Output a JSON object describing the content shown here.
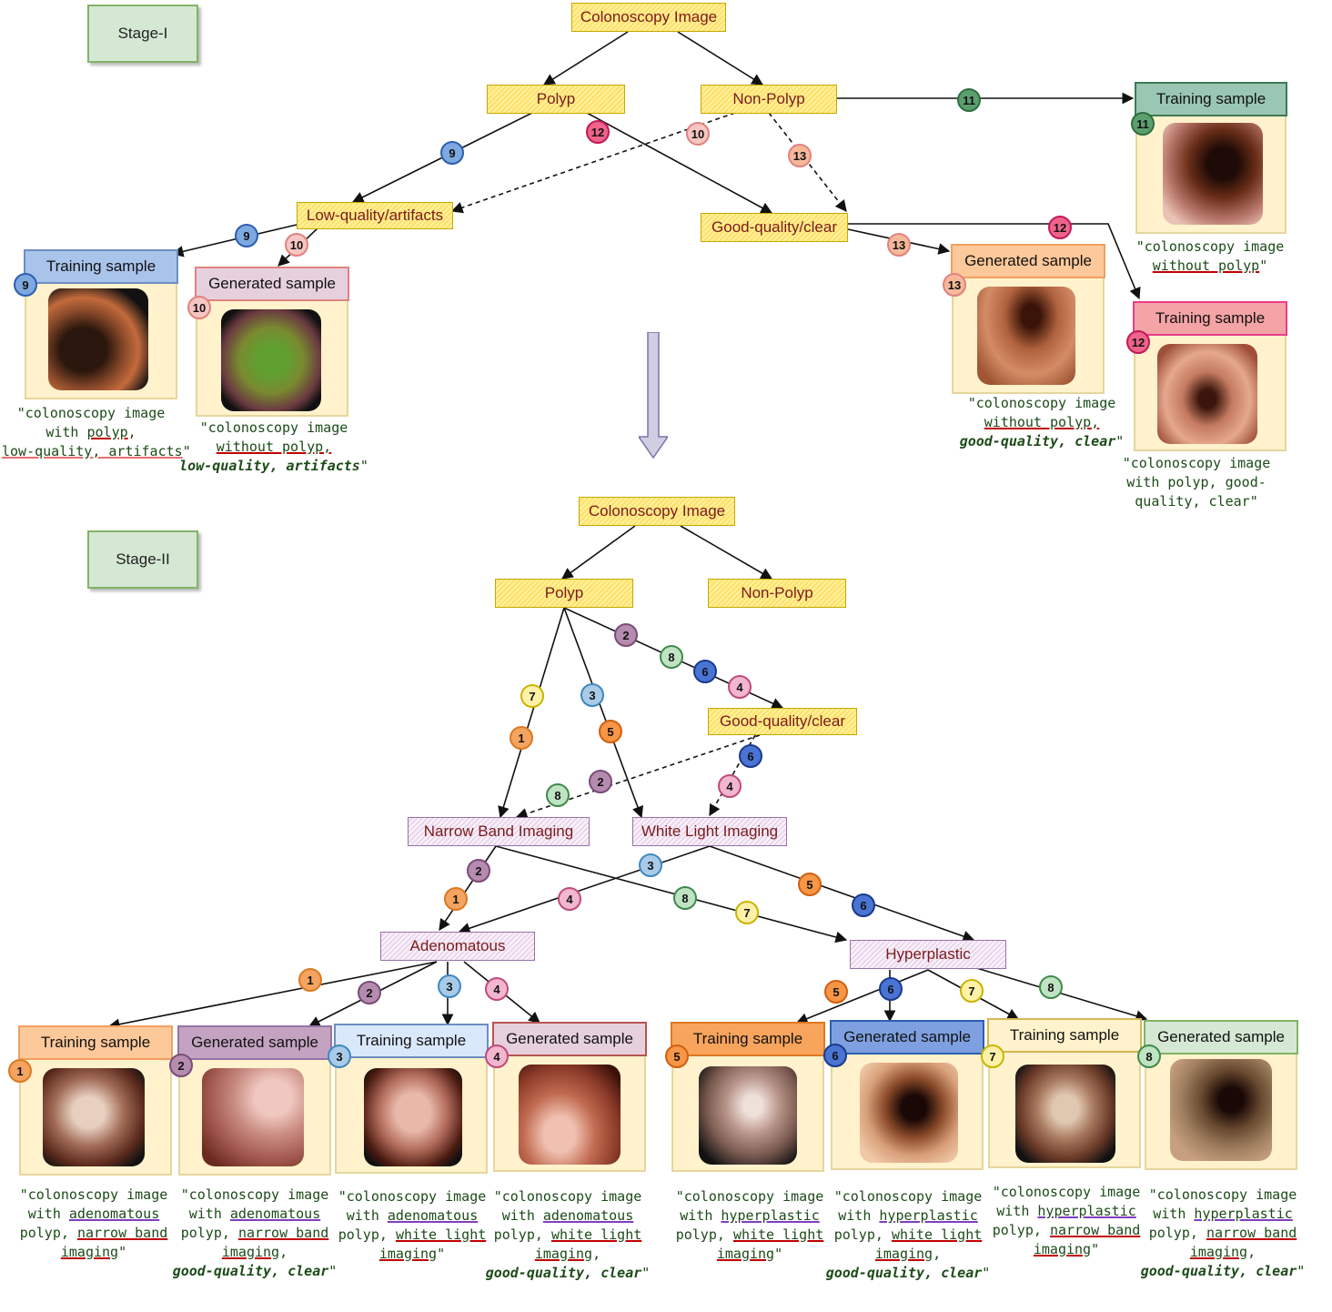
{
  "colors": {
    "c1": "#f4a460",
    "c2": "#b58cb0",
    "c3": "#a9cbe8",
    "c4": "#f2b6cf",
    "c5": "#f79646",
    "c6": "#4a74d4",
    "c7": "#fff2a8",
    "c8": "#bfe3c3",
    "c9": "#7ea8e0",
    "c10": "#f7c6c2",
    "c11": "#5c9f6e",
    "c12": "#f0648a",
    "c13": "#f7b89a"
  },
  "stage1": {
    "label": "Stage-I",
    "root": "Colonoscopy Image",
    "polyp": "Polyp",
    "nonpolyp": "Non-Polyp",
    "lowq": "Low-quality/artifacts",
    "goodq": "Good-quality/clear",
    "cards": [
      {
        "title": "Training sample",
        "badge": "9",
        "icon": "colonoscopy-photo"
      },
      {
        "title": "Generated sample",
        "badge": "10",
        "icon": "colonoscopy-photo"
      },
      {
        "title": "Generated sample",
        "badge": "13",
        "icon": "colonoscopy-photo"
      },
      {
        "title": "Training sample",
        "badge": "11",
        "icon": "colonoscopy-photo"
      },
      {
        "title": "Training sample",
        "badge": "12",
        "icon": "colonoscopy-photo"
      }
    ],
    "captions": {
      "c9": [
        "\"colonoscopy image",
        "with ",
        "polyp",
        ",",
        "low-quality, artifacts",
        "\""
      ],
      "c10": [
        "\"colonoscopy image",
        "without polyp,",
        "low-quality, artifacts",
        "\""
      ],
      "c13": [
        "\"colonoscopy image",
        "without polyp,",
        "good-quality, clear",
        "\""
      ],
      "c11": [
        "\"colonoscopy image",
        "without polyp",
        "\""
      ],
      "c12": [
        "\"colonoscopy image",
        "with polyp, good-",
        "quality, clear\""
      ]
    },
    "edge_badges": [
      "9",
      "9",
      "10",
      "10",
      "11",
      "12",
      "12",
      "13",
      "13"
    ]
  },
  "stage2": {
    "label": "Stage-II",
    "root": "Colonoscopy Image",
    "polyp": "Polyp",
    "nonpolyp": "Non-Polyp",
    "goodq": "Good-quality/clear",
    "nbi": "Narrow Band Imaging",
    "wli": "White Light Imaging",
    "adeno": "Adenomatous",
    "hyper": "Hyperplastic",
    "cards": [
      {
        "title": "Training sample",
        "badge": "1"
      },
      {
        "title": "Generated sample",
        "badge": "2"
      },
      {
        "title": "Training sample",
        "badge": "3"
      },
      {
        "title": "Generated sample",
        "badge": "4"
      },
      {
        "title": "Training sample",
        "badge": "5"
      },
      {
        "title": "Generated sample",
        "badge": "6"
      },
      {
        "title": "Training sample",
        "badge": "7"
      },
      {
        "title": "Generated sample",
        "badge": "8"
      }
    ],
    "captions": [
      {
        "l1": "\"colonoscopy image",
        "l2a": "with ",
        "type": "adenomatous",
        "l3a": "polyp, ",
        "mod1": "narrow band",
        "mod2": "imaging",
        "end": "\"",
        "qual": ""
      },
      {
        "l1": "\"colonoscopy image",
        "l2a": "with ",
        "type": "adenomatous",
        "l3a": "polyp, ",
        "mod1": "narrow band",
        "mod2": "imaging",
        "end": ",",
        "qual": "good-quality, clear"
      },
      {
        "l1": "\"colonoscopy image",
        "l2a": "with ",
        "type": "adenomatous",
        "l3a": "polyp, ",
        "mod1": "white light",
        "mod2": "imaging",
        "end": "\"",
        "qual": ""
      },
      {
        "l1": "\"colonoscopy image",
        "l2a": "with ",
        "type": "adenomatous",
        "l3a": "polyp, ",
        "mod1": "white light",
        "mod2": "imaging",
        "end": ",",
        "qual": "good-quality, clear"
      },
      {
        "l1": "\"colonoscopy image",
        "l2a": "with ",
        "type": "hyperplastic",
        "l3a": "polyp, ",
        "mod1": "white light",
        "mod2": "imaging",
        "end": "\"",
        "qual": ""
      },
      {
        "l1": "\"colonoscopy image",
        "l2a": "with ",
        "type": "hyperplastic",
        "l3a": "polyp, ",
        "mod1": "white light",
        "mod2": "imaging",
        "end": ",",
        "qual": "good-quality, clear"
      },
      {
        "l1": "\"colonoscopy image",
        "l2a": "with ",
        "type": "hyperplastic",
        "l3a": "polyp, ",
        "mod1": "narrow band",
        "mod2": "imaging",
        "end": "\"",
        "qual": ""
      },
      {
        "l1": "\"colonoscopy image",
        "l2a": "with ",
        "type": "hyperplastic",
        "l3a": "polyp, ",
        "mod1": "narrow band",
        "mod2": "imaging",
        "end": ",",
        "qual": "good-quality, clear"
      }
    ],
    "quote": "\""
  }
}
